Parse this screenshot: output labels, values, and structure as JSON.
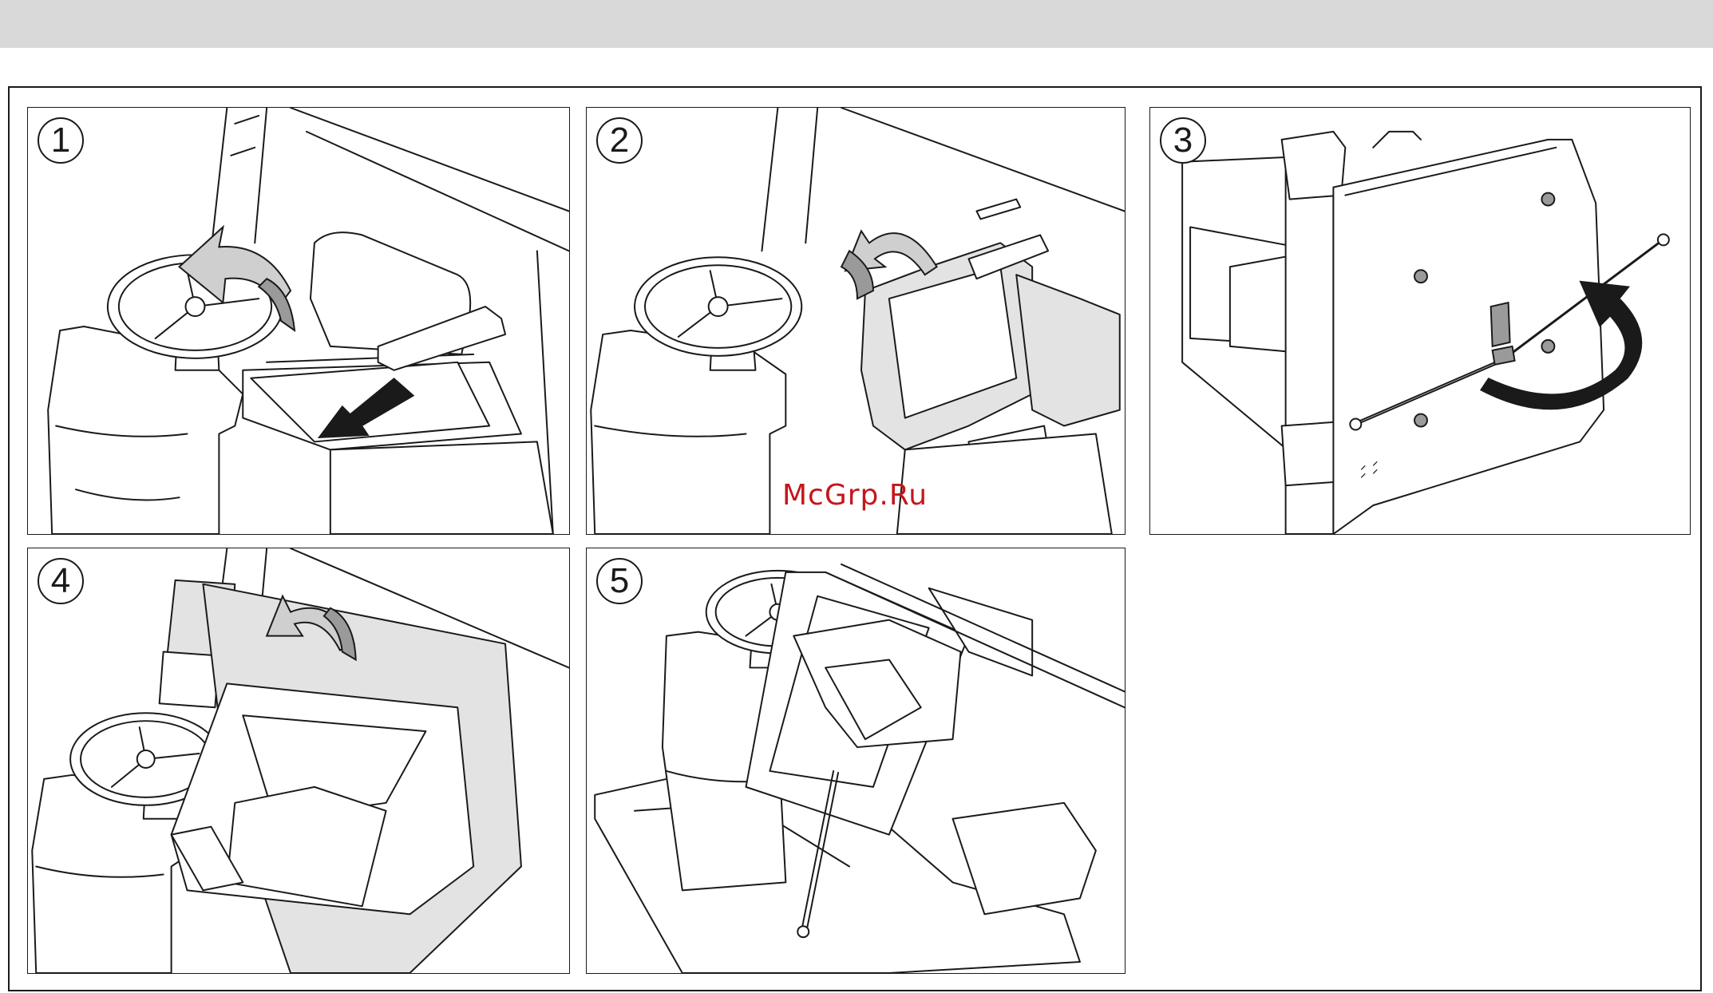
{
  "steps": [
    {
      "number": "1"
    },
    {
      "number": "2"
    },
    {
      "number": "3"
    },
    {
      "number": "4"
    },
    {
      "number": "5"
    }
  ],
  "watermark": "McGrp.Ru",
  "colors": {
    "header_band": "#d9d9d9",
    "watermark": "#c4161c",
    "line": "#1a1a1a",
    "shade": "#e3e3e3"
  }
}
